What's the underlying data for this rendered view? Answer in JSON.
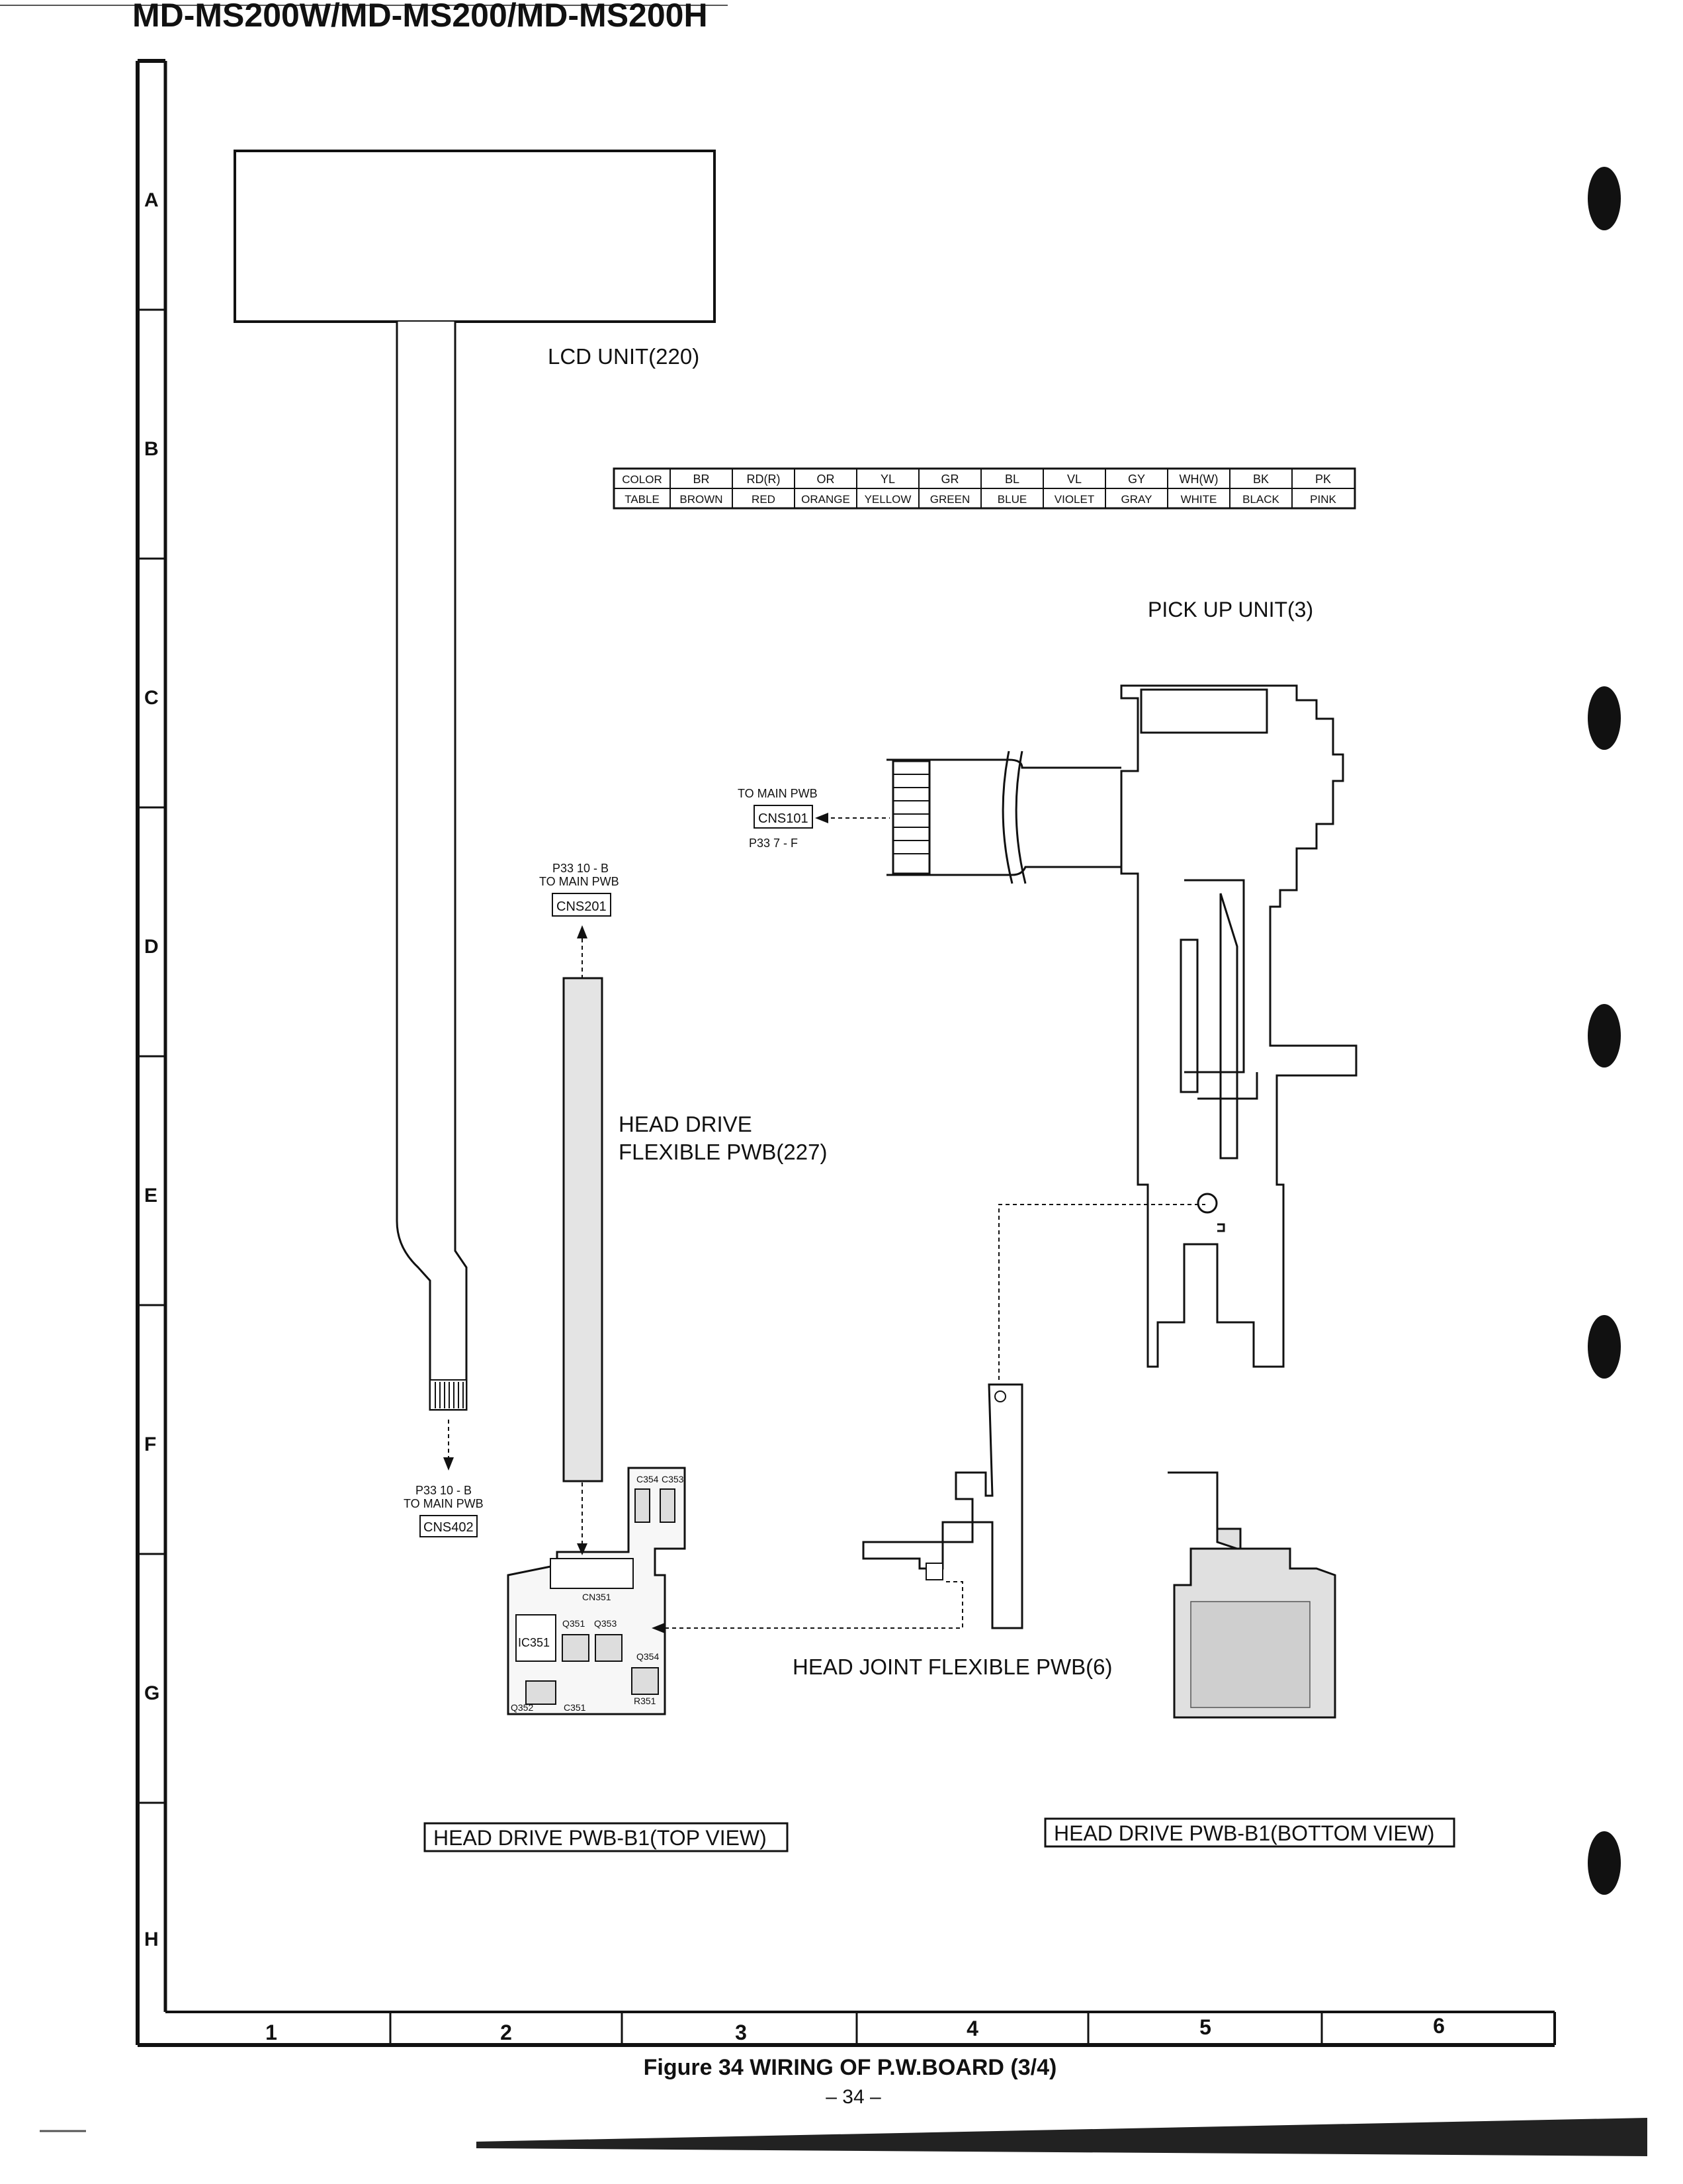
{
  "header": {
    "model": "MD-MS200W/MD-MS200/MD-MS200H"
  },
  "grid": {
    "rows": [
      "A",
      "B",
      "C",
      "D",
      "E",
      "F",
      "G",
      "H"
    ],
    "cols": [
      "1",
      "2",
      "3",
      "4",
      "5",
      "6"
    ]
  },
  "labels": {
    "lcd_unit": "LCD UNIT(220)",
    "pickup_unit": "PICK UP UNIT(3)",
    "to_main_pwb": "TO MAIN PWB",
    "cns101": "CNS101",
    "p33_7f": "P33  7 - F",
    "p33_10b_top": "P33  10 - B",
    "to_main_pwb_2": "TO MAIN PWB",
    "cns201": "CNS201",
    "head_drive_line1": "HEAD DRIVE",
    "head_drive_line2": "FLEXIBLE PWB(227)",
    "p33_10b_bottom": "P33  10 - B",
    "to_main_pwb_3": "TO MAIN PWB",
    "cns402": "CNS402",
    "head_joint": "HEAD JOINT FLEXIBLE PWB(6)",
    "top_view": "HEAD DRIVE PWB-B1(TOP VIEW)",
    "bottom_view": "HEAD DRIVE PWB-B1(BOTTOM VIEW)"
  },
  "pwb_parts": {
    "c354": "C354",
    "c353": "C353",
    "cn351": "CN351",
    "q351": "Q351",
    "q353": "Q353",
    "q354": "Q354",
    "ic351": "IC351",
    "q352": "Q352",
    "c351": "C351",
    "r351": "R351"
  },
  "color_table": {
    "row_label_1": "COLOR",
    "row_label_2": "TABLE",
    "codes": [
      "BR",
      "RD(R)",
      "OR",
      "YL",
      "GR",
      "BL",
      "VL",
      "GY",
      "WH(W)",
      "BK",
      "PK"
    ],
    "names": [
      "BROWN",
      "RED",
      "ORANGE",
      "YELLOW",
      "GREEN",
      "BLUE",
      "VIOLET",
      "GRAY",
      "WHITE",
      "BLACK",
      "PINK"
    ]
  },
  "footer": {
    "caption": "Figure 34  WIRING OF P.W.BOARD (3/4)",
    "page": "– 34 –"
  }
}
